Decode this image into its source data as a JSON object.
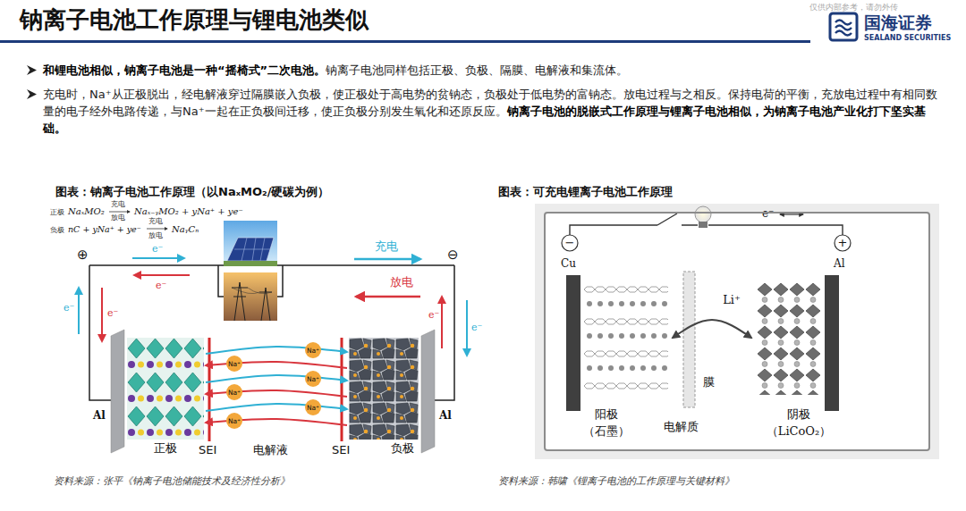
{
  "diagram": {
    "title": "钠离子电池工作原理与锂电池类似",
    "nodes": [
      {
        "text": [
          "正极"
        ]
      },
      {
        "text": [
          "负极"
        ]
      },
      {
        "text": [
          "电解质"
        ]
      },
      {
        "text": [
          "阳极",
          "（石墨）"
        ],
        "in": 2
      },
      {
        "text": [
          "膜"
        ],
        "in": 2
      },
      {
        "text": [
          "阴极",
          "（LiCoO₂）"
        ],
        "in": 2
      }
    ],
    "edges": [
      {
        "from": 0,
        "to": 1,
        "arrow": "to",
        "label": "Na⁺"
      },
      {
        "from": 1,
        "to": 0,
        "arrow": "to",
        "label": "Na⁺"
      },
      {
        "from": 0,
        "to": 1,
        "arrow": "to",
        "label": "Na⁺"
      },
      {
        "from": 1,
        "to": 0,
        "arrow": "to",
        "label": "Na⁺"
      },
      {
        "from": 0,
        "to": 1,
        "arrow": "to",
        "label": "Na⁺"
      },
      {
        "from": 1,
        "to": 0,
        "arrow": "to",
        "label": "Na⁺"
      },
      {
        "from": 3,
        "to": 5,
        "arrow": "both",
        "label": "Li⁺"
      }
    ],
    "labels": [
      "仅供内部参考，请勿外传",
      "国海证券",
      "SEALAND SECURITIES",
      "和锂电池相似，钠离子电池是一种“摇椅式”二次电池。",
      "钠离子电池同样包括正极、负极、隔膜、电解液和集流体。",
      "充电时，Na⁺从正极脱出，经电解液穿过隔膜嵌入负极，使正极处于高电势的贫钠态，负极处于低电势的富钠态。放电过程与之相反。保持电荷的平衡，充放电过程中有相同数量的电子经外电路传递，与Na⁺一起在正负极间迁移，使正负极分别发生氧化和还原反应。",
      "钠离子电池的脱嵌式工作原理与锂离子电池相似，为钠离子电池产业化打下坚实基础。",
      "图表：钠离子电池工作原理（以NaₓMO₂/硬碳为例）",
      "正极",
      "NaₓMO₂",
      "充电",
      "放电",
      "Naₓ₋ᵧMO₂ + yNa⁺ + ye⁻",
      "负极",
      "nC + yNa⁺ + ye⁻",
      "充电",
      "放电",
      "NaᵧCₙ",
      "⊕",
      "⊖",
      "e⁻",
      "e⁻",
      "e⁻",
      "e⁻",
      "e⁻",
      "e⁻",
      "充电",
      "放电",
      "Al",
      "Al",
      "SEI",
      "电解液",
      "SEI",
      "图表：可充电锂离子电池工作原理",
      "e⁻",
      "−",
      "+",
      "Cu",
      "Al",
      "资料来源：张平《钠离子电池储能技术及经济性分析》",
      "资料来源：韩啸《锂离子电池的工作原理与关键材料》"
    ]
  }
}
